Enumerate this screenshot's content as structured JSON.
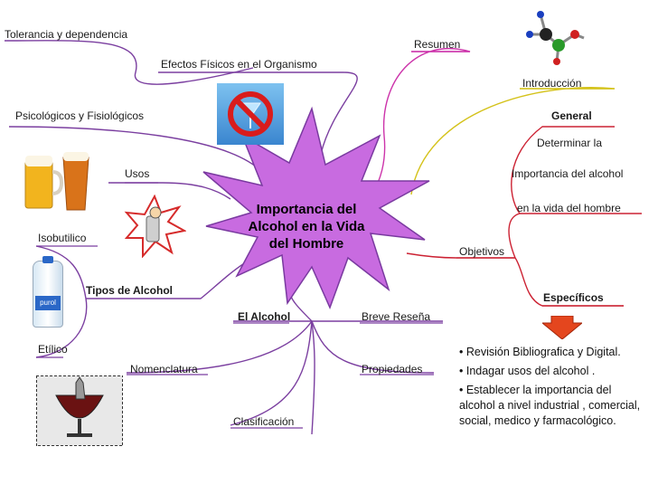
{
  "center": {
    "line1": "Importancia del",
    "line2": "Alcohol en la Vida",
    "line3": "del Hombre"
  },
  "labels": {
    "tolerancia": "Tolerancia y dependencia",
    "efectos": "Efectos Físicos en el Organismo",
    "psicologicos": "Psicológicos y Fisiológicos",
    "usos": "Usos",
    "isobutilico": "Isobutilico",
    "tipos": "Tipos de Alcohol",
    "etilico": "Etílico",
    "nomenclatura": "Nomenclatura",
    "el_alcohol": "El Alcohol",
    "breve": "Breve Reseña",
    "propiedades": "Propiedades",
    "clasificacion": "Clasificación",
    "resumen": "Resumen",
    "introduccion": "Introducción",
    "general": "General",
    "determinar": "Determinar la",
    "importancia": "Importancia del alcohol",
    "vida": "en la vida del hombre",
    "objetivos": "Objetivos",
    "especificos": "Específicos"
  },
  "objectives": [
    "• Revisión Bibliografica y Digital.",
    "• Indagar usos del alcohol .",
    "• Establecer la importancia del alcohol a nivel industrial , comercial, social, medico y farmacológico."
  ],
  "bottle_label": "purol",
  "colors": {
    "star_fill": "#c86be0",
    "star_stroke": "#7a3aa0",
    "arrow_fill": "#e4461e"
  }
}
